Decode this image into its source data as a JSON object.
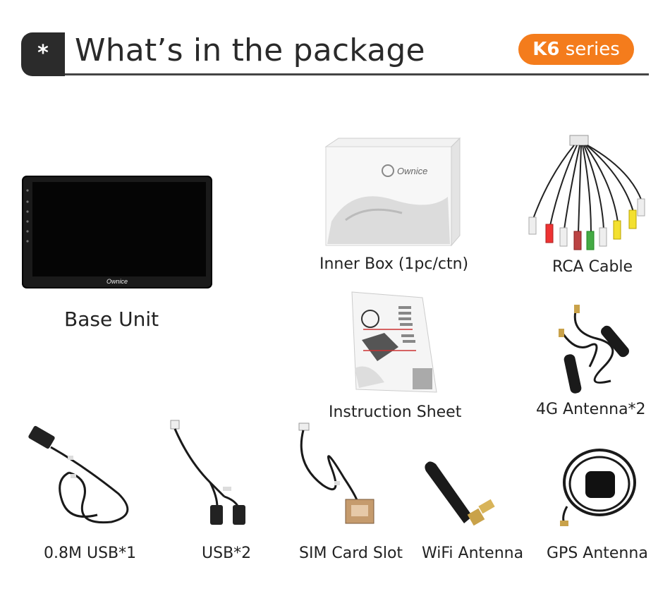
{
  "header": {
    "badge_symbol": "*",
    "title": "What’s in the package",
    "series_bold": "K6",
    "series_rest": " series",
    "accent_color": "#f47c1c"
  },
  "items": {
    "base_unit": {
      "label": "Base Unit",
      "brand": "Ownice"
    },
    "inner_box": {
      "label": "Inner Box (1pc/ctn)",
      "brand": "Ownice"
    },
    "rca_cable": {
      "label": "RCA Cable"
    },
    "instruction_sheet": {
      "label": "Instruction Sheet"
    },
    "antenna_4g": {
      "label": "4G Antenna*2"
    },
    "usb_08m": {
      "label": "0.8M USB*1"
    },
    "usb_2": {
      "label": "USB*2"
    },
    "sim_slot": {
      "label": "SIM Card Slot"
    },
    "wifi_antenna": {
      "label": "WiFi Antenna"
    },
    "gps_antenna": {
      "label": "GPS Antenna"
    }
  }
}
